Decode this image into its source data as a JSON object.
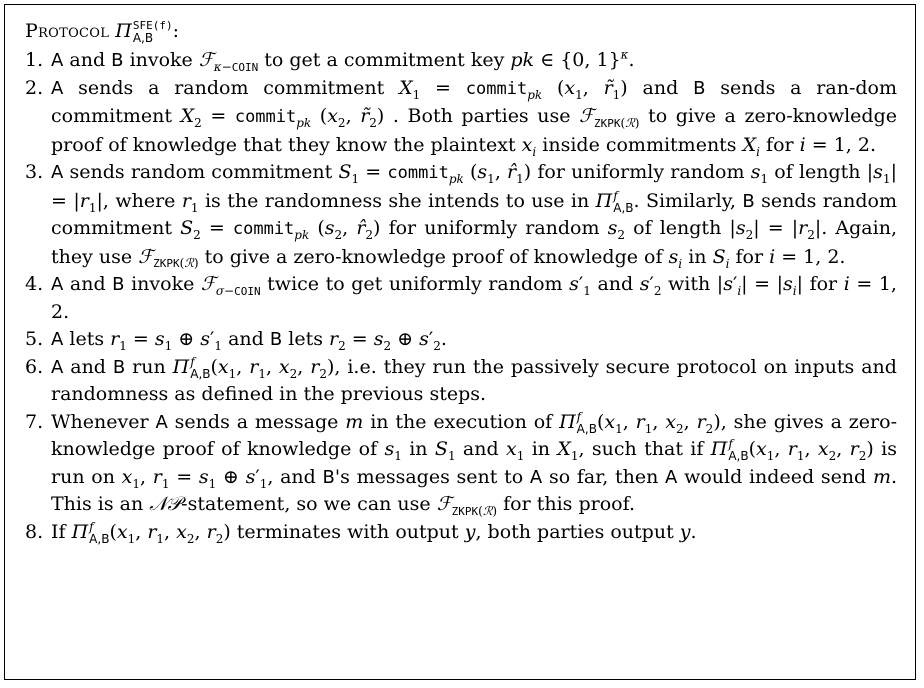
{
  "protocol": {
    "title_prefix": "Protocol",
    "pi_symbol": "Π",
    "title_sup": "SFE(f)",
    "title_sub": "A,B",
    "title_suffix": ":"
  },
  "steps": [
    {
      "number": "1."
    },
    {
      "number": "2."
    },
    {
      "number": "3."
    },
    {
      "number": "4."
    },
    {
      "number": "5."
    },
    {
      "number": "6."
    },
    {
      "number": "7."
    },
    {
      "number": "8."
    }
  ],
  "text": {
    "s1_a": "A",
    "s1_b": "and",
    "s1_c": "B",
    "s1_d": "invoke",
    "s1_e": "to get a commitment key",
    "s2_a": "sends a random commitment",
    "s2_b": "and",
    "s2_c": "sends a ran-dom commitment",
    "s2_d": "Both parties use",
    "s2_e": "to give a zero-knowledge proof of knowledge that they know the plaintext",
    "s2_f": "inside commitments",
    "s2_g": "for",
    "s3_a": "sends random commitment",
    "s3_b": "for uniformly random",
    "s3_c": "of length",
    "s3_d": ", where",
    "s3_e": "is the randomness she intends to use in",
    "s3_f": "Similarly,",
    "s3_g": "sends random commitment",
    "s3_h": "for uniformly random",
    "s3_i": "of length",
    "s3_j": ". Again, they use",
    "s3_k": "to give a zero-knowledge proof of knowledge of",
    "s3_l": "in",
    "s3_m": "for",
    "s4_a": "invoke",
    "s4_b": "twice to get uniformly random",
    "s4_c": "and",
    "s4_d": "with",
    "s4_e": "for",
    "s5_a": "lets",
    "s5_b": "and",
    "s5_c": "lets",
    "s6_a": "run",
    "s6_b": ", i.e. they run the passively secure protocol on inputs and randomness as defined in the previous steps.",
    "s7_a": "Whenever",
    "s7_b": "sends a message",
    "s7_c": "in the execution of",
    "s7_d": ", she gives a zero-knowledge proof of knowledge of",
    "s7_e": "in",
    "s7_f": "and",
    "s7_g": "in",
    "s7_h": ", such that if",
    "s7_i": "is run on",
    "s7_j": ", and",
    "s7_k": "'s messages sent to",
    "s7_l": "so far, then",
    "s7_m": "would indeed send",
    "s7_n": ". This is an",
    "s7_o": "-statement, so we can use",
    "s7_p": "for this proof.",
    "s8_a": "If",
    "s8_b": "terminates with output",
    "s8_c": ", both parties output"
  }
}
